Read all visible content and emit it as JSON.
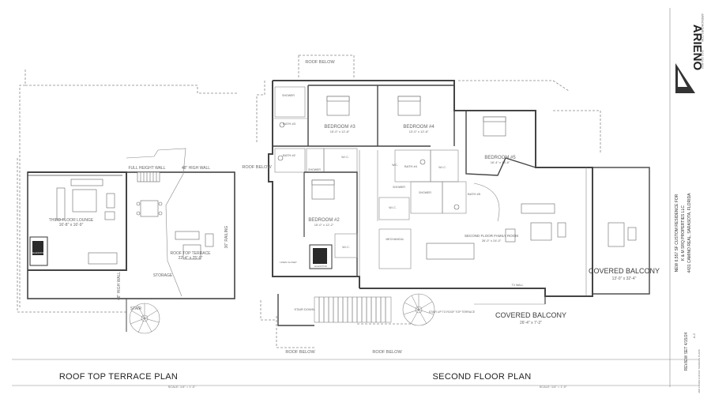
{
  "brand": {
    "name": "ARIENO",
    "website": "ARIENOHOMES.COM",
    "phone": "(941) 224-4844"
  },
  "project": {
    "line1": "NEW 6,557 SF CUSTOM RESIDENCE FOR",
    "line2": "K & M SRQ PROPERTIES LLC",
    "line3": "4431 CAMINO REAL, SARASOTA, FLORIDA",
    "review_set": "REVIEW SET 4/15/24",
    "sheet": "A-2",
    "sheet_note": "2ND FLOOR & ROOF TERRACE PLANS"
  },
  "roof_plan": {
    "title": "ROOF TOP TERRACE PLAN",
    "scale": "SCALE: 1/4\" = 1'-0\"",
    "rooms": [
      {
        "name": "THIRD FLOOR LOUNGE",
        "dims": "16'-8\" x 16'-9\""
      },
      {
        "name": "ROOF TOP TERRACE",
        "dims": "22'-4\" x 25'-0\""
      }
    ],
    "labels": {
      "full_height_wall": "FULL HEIGHT WALL",
      "high_wall": "48\" HIGH WALL",
      "rail": "36\" RAILING",
      "elevator": "ELEVATOR",
      "stair": "STAIR",
      "high_wall_side": "48\" HIGH WALL",
      "storage": "STORAGE"
    }
  },
  "second_floor": {
    "title": "SECOND FLOOR PLAN",
    "scale": "SCALE: 1/4\" = 1'-0\"",
    "roof_below": "ROOF BELOW",
    "rooms": [
      {
        "name": "BEDROOM #3",
        "dims": "15'-0\" x 12'-8\""
      },
      {
        "name": "BEDROOM #4",
        "dims": "13'-0\" x 12'-8\""
      },
      {
        "name": "BEDROOM #5",
        "dims": "16'-4\" x 13'-8\""
      },
      {
        "name": "BEDROOM #2",
        "dims": "15'-0\" x 12'-2\""
      },
      {
        "name": "SECOND FLOOR FAMILY ROOM",
        "dims": "26'-0\" x 24'-0\""
      },
      {
        "name": "COVERED BALCONY",
        "dims": "13'-0\" x 32'-4\""
      },
      {
        "name": "COVERED BALCONY",
        "dims": "26'-4\" x 7'-2\""
      }
    ],
    "small": {
      "bath3": "BATH #3",
      "bath2": "BATH #2",
      "bath4": "BATH #4",
      "bath5": "BATH #5",
      "shower": "SHOWER",
      "wic": "W.I.C.",
      "mechanical": "MECHANICAL",
      "elevator": "ELEVATOR",
      "tv_wall": "TV WALL",
      "stair_down": "STAIR DOWN",
      "stair_up": "STAIR UP TO ROOF TOP TERRACE",
      "linen": "LINEN CLOSET",
      "wc": "W.C."
    }
  }
}
